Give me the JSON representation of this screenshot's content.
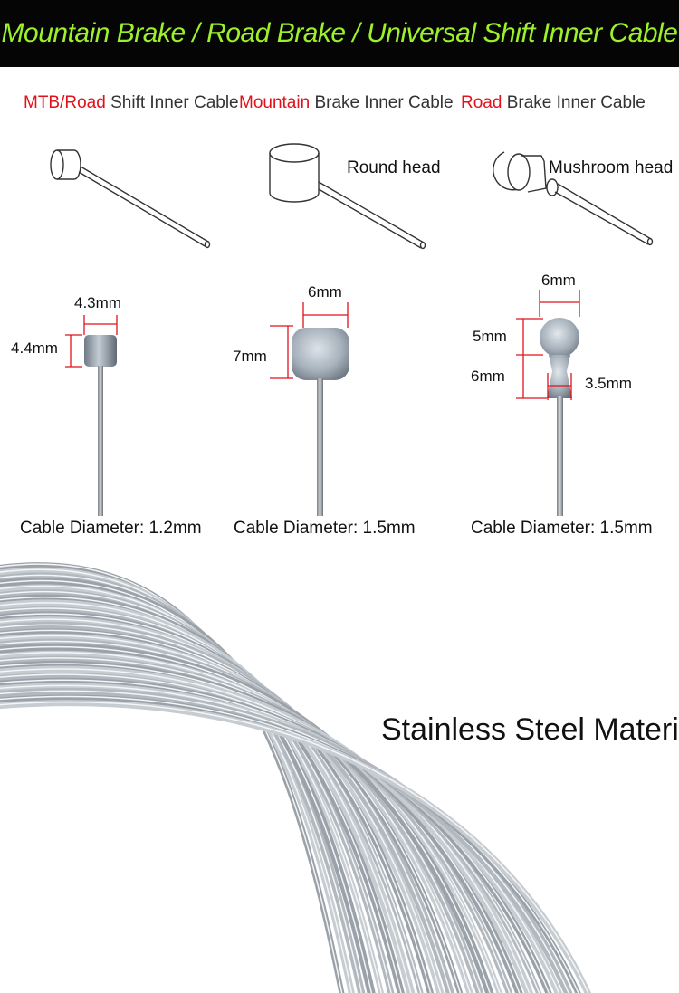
{
  "banner": {
    "title": "Mountain Brake / Road Brake / Universal Shift Inner Cable",
    "background_color": "#050505",
    "title_color": "#9cf22a"
  },
  "accent_color": "#e0121b",
  "columns": [
    {
      "title_accent": "MTB/Road",
      "title_rest": " Shift Inner Cable",
      "head_label": "",
      "head_dims": [
        "4.3mm",
        "4.4mm"
      ],
      "cable_diameter": "Cable Diameter: 1.2mm"
    },
    {
      "title_accent": "Mountain",
      "title_rest": " Brake Inner Cable",
      "head_label": "Round head",
      "head_dims": [
        "6mm",
        "7mm"
      ],
      "cable_diameter": "Cable Diameter: 1.5mm"
    },
    {
      "title_accent": "Road",
      "title_rest": " Brake Inner Cable",
      "head_label": "Mushroom head",
      "head_dims": [
        "6mm",
        "5mm",
        "6mm",
        "3.5mm"
      ],
      "cable_diameter": "Cable Diameter: 1.5mm"
    }
  ],
  "material": "Stainless Steel Material",
  "icons": [
    "cylinder-head-cable-icon",
    "round-head-cable-icon",
    "mushroom-head-cable-icon"
  ]
}
